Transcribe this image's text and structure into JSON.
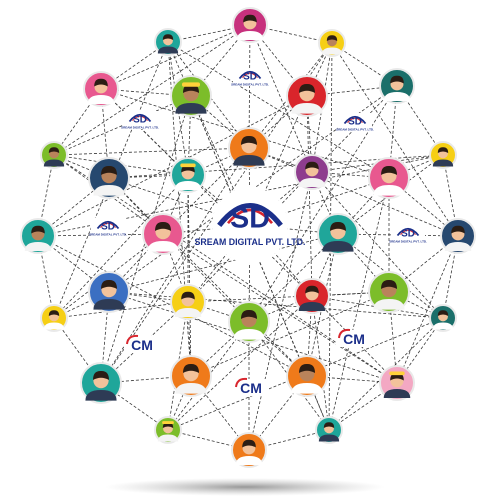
{
  "brand": {
    "company_name": "SREAM DIGITAL PVT. LTD.",
    "small_name": "SREAM DIGITAL PVT. LTD.",
    "sd_mark": "SD",
    "cm_mark": "CM",
    "colors": {
      "navy": "#1b2f8a",
      "red": "#d8262e",
      "edge": "#3a3a3a",
      "shadow": "#9a9a9a"
    }
  },
  "avatar_palette": {
    "pink": "#e8588f",
    "magenta": "#c7317d",
    "teal": "#1fa69a",
    "navy": "#26486f",
    "orange": "#ef7a1a",
    "red": "#d9252b",
    "green": "#7cbd2a",
    "yellow": "#f6cf15",
    "purple": "#8e3d8e",
    "lightpink": "#f3a8c3",
    "blue": "#3b6fc2",
    "darkteal": "#1b6f6a"
  }
}
